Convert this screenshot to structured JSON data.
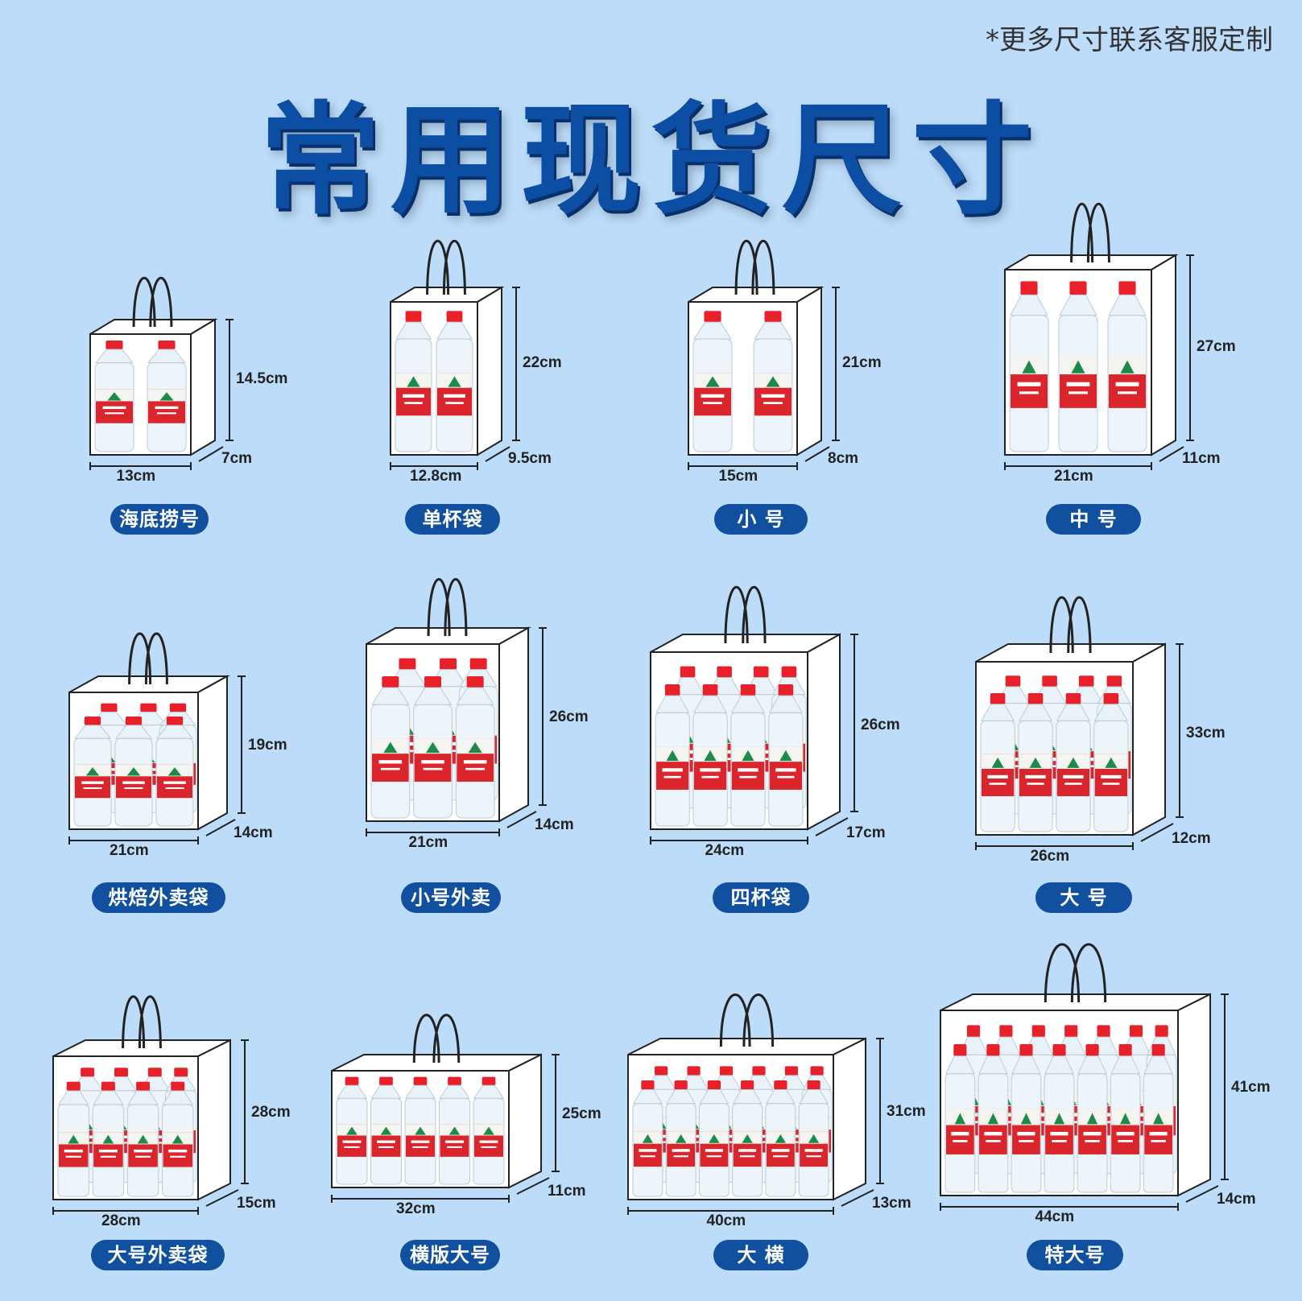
{
  "note": "*更多尺寸联系客服定制",
  "title": "常用现货尺寸",
  "colors": {
    "background": "#bcdcfa",
    "label_bg": "#10509f",
    "title": "#0d4ea5",
    "bottle_label": "#d9252b",
    "bottle_cap": "#e8202a"
  },
  "bags": [
    {
      "name": "海底捞号",
      "width": "13cm",
      "depth": "7cm",
      "height": "14.5cm",
      "bottles": 2,
      "rows": 1
    },
    {
      "name": "单杯袋",
      "width": "12.8cm",
      "depth": "9.5cm",
      "height": "22cm",
      "bottles": 2,
      "rows": 1
    },
    {
      "name": "小 号",
      "width": "15cm",
      "depth": "8cm",
      "height": "21cm",
      "bottles": 2,
      "rows": 1
    },
    {
      "name": "中 号",
      "width": "21cm",
      "depth": "11cm",
      "height": "27cm",
      "bottles": 3,
      "rows": 1
    },
    {
      "name": "烘焙外卖袋",
      "width": "21cm",
      "depth": "14cm",
      "height": "19cm",
      "bottles": 3,
      "rows": 2
    },
    {
      "name": "小号外卖",
      "width": "21cm",
      "depth": "14cm",
      "height": "26cm",
      "bottles": 3,
      "rows": 2
    },
    {
      "name": "四杯袋",
      "width": "24cm",
      "depth": "17cm",
      "height": "26cm",
      "bottles": 4,
      "rows": 2
    },
    {
      "name": "大 号",
      "width": "26cm",
      "depth": "12cm",
      "height": "33cm",
      "bottles": 4,
      "rows": 2
    },
    {
      "name": "大号外卖袋",
      "width": "28cm",
      "depth": "15cm",
      "height": "28cm",
      "bottles": 4,
      "rows": 2
    },
    {
      "name": "横版大号",
      "width": "32cm",
      "depth": "11cm",
      "height": "25cm",
      "bottles": 5,
      "rows": 1
    },
    {
      "name": "大 横",
      "width": "40cm",
      "depth": "13cm",
      "height": "31cm",
      "bottles": 6,
      "rows": 2
    },
    {
      "name": "特大号",
      "width": "44cm",
      "depth": "14cm",
      "height": "41cm",
      "bottles": 7,
      "rows": 2
    }
  ]
}
